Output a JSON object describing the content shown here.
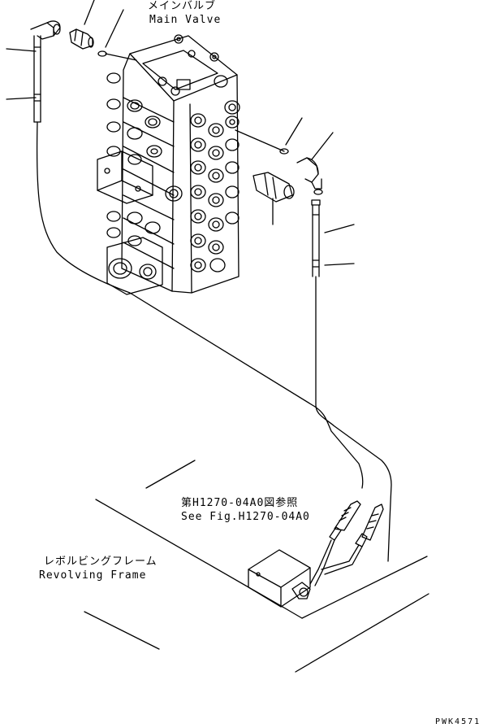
{
  "labels": {
    "main_valve_jp": "メインバルブ",
    "main_valve_en": "Main Valve",
    "see_fig_jp": "第H1270-04A0図参照",
    "see_fig_en": "See Fig.H1270-04A0",
    "frame_jp": "レボルビングフレーム",
    "frame_en": "Revolving Frame",
    "drawing_code": "PWK4571"
  },
  "colors": {
    "ink": "#000000",
    "paper": "#ffffff"
  }
}
